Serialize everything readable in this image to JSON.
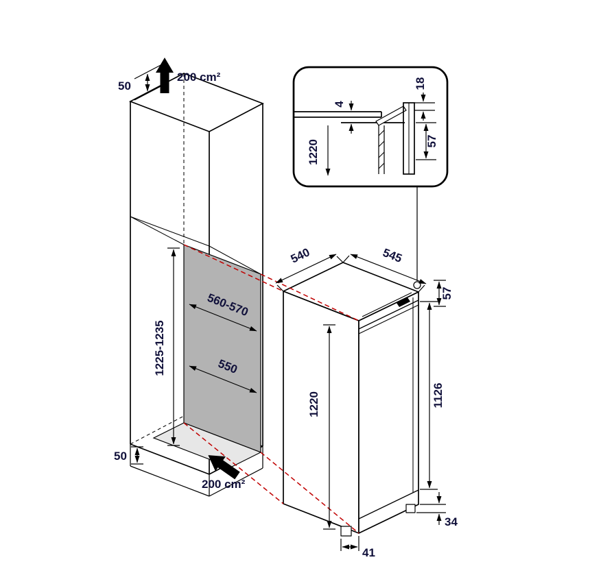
{
  "colors": {
    "line": "#000000",
    "text": "#10103a",
    "accent_red": "#c00000",
    "niche_gray": "#b3b3b3",
    "floor_gray": "#e7e7e7"
  },
  "cabinet": {
    "top_vent_label": "200 cm²",
    "top_clearance": "50",
    "niche_height": "1225-1235",
    "niche_depth": "560-570",
    "niche_width": "550",
    "bottom_clearance": "50",
    "bottom_vent_label": "200 cm²"
  },
  "appliance": {
    "width": "540",
    "depth": "545",
    "top_recess": "57",
    "height": "1220",
    "door_height": "1126",
    "plinth_height": "34",
    "foot_inset": "41"
  },
  "inset": {
    "gap": "4",
    "door_overlap": "18",
    "hinge_offset": "57",
    "niche_height": "1220"
  }
}
